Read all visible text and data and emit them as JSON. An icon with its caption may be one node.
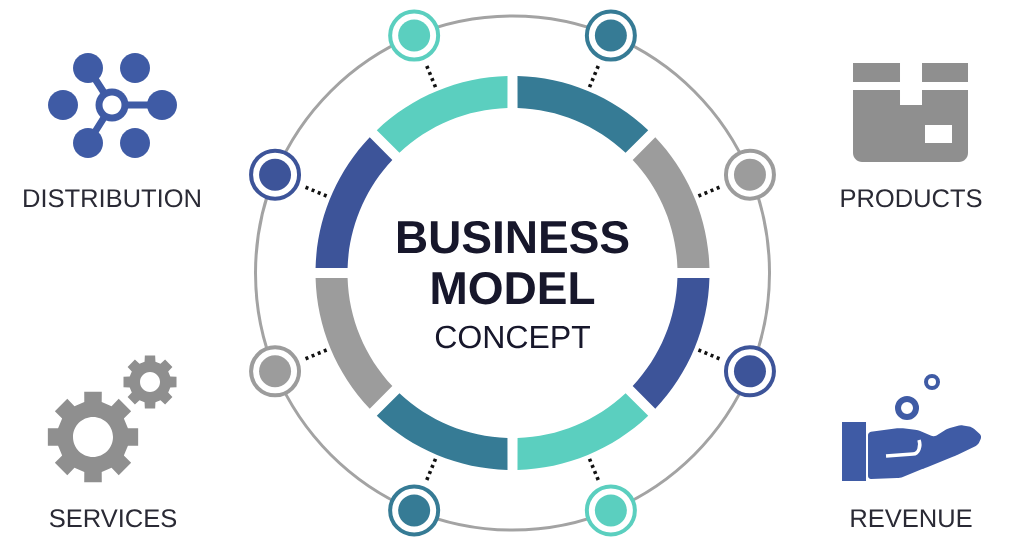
{
  "diagram": {
    "nodes": [
      {
        "text": [
          "BUSINESS MODEL",
          "CONCEPT"
        ]
      },
      {
        "text": [],
        "shape": "arc",
        "in": 0
      },
      {
        "text": [],
        "shape": "arc",
        "in": 0
      },
      {
        "text": [],
        "shape": "arc",
        "in": 0
      },
      {
        "text": [],
        "shape": "arc",
        "in": 0
      },
      {
        "text": [],
        "shape": "arc",
        "in": 0
      },
      {
        "text": [],
        "shape": "arc",
        "in": 0
      },
      {
        "text": [],
        "shape": "arc",
        "in": 0
      },
      {
        "text": [],
        "shape": "arc",
        "in": 0
      },
      {
        "text": [],
        "shape": "circle"
      },
      {
        "text": [],
        "shape": "circle"
      },
      {
        "text": [],
        "shape": "circle"
      },
      {
        "text": [],
        "shape": "circle"
      },
      {
        "text": [],
        "shape": "circle"
      },
      {
        "text": [],
        "shape": "circle"
      },
      {
        "text": [],
        "shape": "circle"
      },
      {
        "text": [],
        "shape": "circle"
      }
    ],
    "edges": [
      {
        "from": 9,
        "to": 1,
        "arrow": "none",
        "style": "dashed"
      },
      {
        "from": 10,
        "to": 2,
        "arrow": "none",
        "style": "dashed"
      },
      {
        "from": 11,
        "to": 3,
        "arrow": "none",
        "style": "dashed"
      },
      {
        "from": 12,
        "to": 4,
        "arrow": "none",
        "style": "dashed"
      },
      {
        "from": 13,
        "to": 5,
        "arrow": "none",
        "style": "dashed"
      },
      {
        "from": 14,
        "to": 6,
        "arrow": "none",
        "style": "dashed"
      },
      {
        "from": 15,
        "to": 7,
        "arrow": "none",
        "style": "dashed"
      },
      {
        "from": 16,
        "to": 8,
        "arrow": "none",
        "style": "dashed"
      }
    ],
    "labels": [
      "DISTRIBUTION",
      "PRODUCTS",
      "SERVICES",
      "REVENUE"
    ]
  }
}
